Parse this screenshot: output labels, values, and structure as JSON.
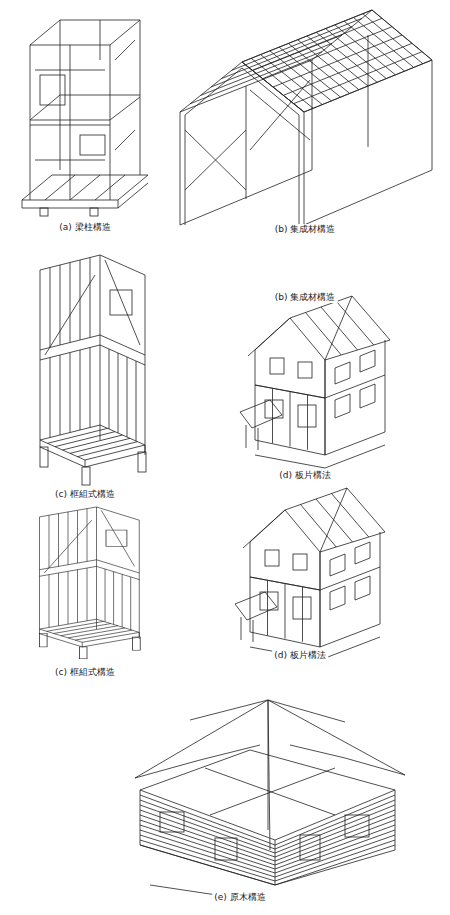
{
  "diagram": {
    "labels": [
      "(a) 梁柱構造",
      "(b) 集成材構造",
      "(b) 集成材構造",
      "(c) 框組式構造",
      "(d) 板片構法",
      "(c) 框組式構造",
      "(d) 板片構法",
      "(e) 原木構造"
    ]
  }
}
